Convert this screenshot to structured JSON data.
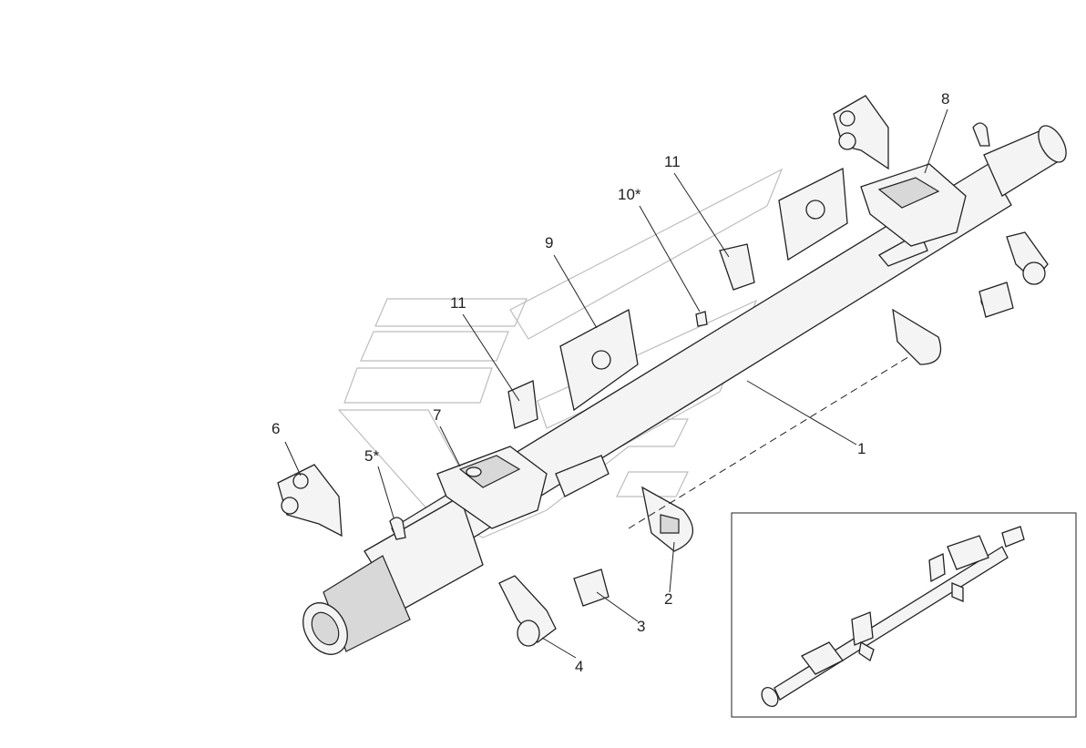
{
  "diagram": {
    "callouts": [
      {
        "id": "1",
        "text": "1"
      },
      {
        "id": "2",
        "text": "2"
      },
      {
        "id": "3",
        "text": "3"
      },
      {
        "id": "4",
        "text": "4"
      },
      {
        "id": "5",
        "text": "5*"
      },
      {
        "id": "6",
        "text": "6"
      },
      {
        "id": "7",
        "text": "7"
      },
      {
        "id": "8",
        "text": "8"
      },
      {
        "id": "9",
        "text": "9"
      },
      {
        "id": "10",
        "text": "10*"
      },
      {
        "id": "11a",
        "text": "11"
      },
      {
        "id": "11b",
        "text": "11"
      }
    ]
  }
}
